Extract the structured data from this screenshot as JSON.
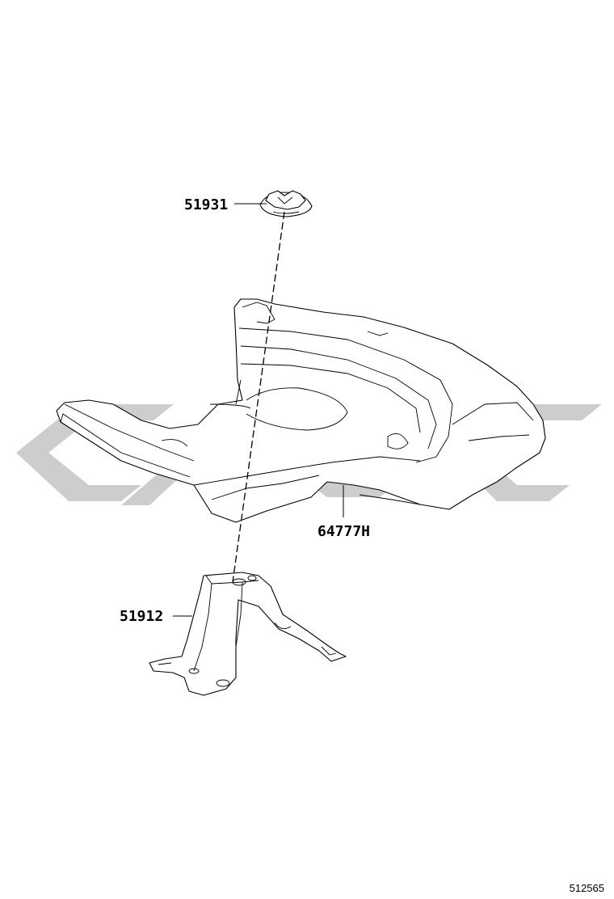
{
  "callouts": {
    "spare_wheel_clamp": "51931",
    "spare_tire_cover": "64777H",
    "spare_wheel_carrier_bracket": "51912"
  },
  "diagram_ref": "512565",
  "colors": {
    "linework": "#000000",
    "background": "#ffffff",
    "watermark": "#c8c8c8"
  }
}
